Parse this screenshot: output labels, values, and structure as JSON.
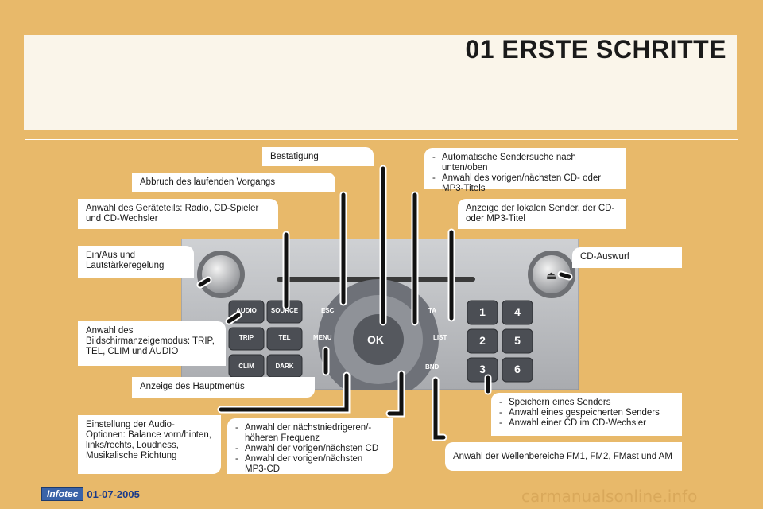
{
  "header": {
    "title": "01 ERSTE SCHRITTE"
  },
  "labels": {
    "bestatigung": "Bestatigung",
    "abbruch": "Abbruch des laufenden Vorgangs",
    "geraeteteil": "Anwahl des Geräteteils: Radio, CD-Spieler und CD-Wechsler",
    "einaus": "Ein/Aus und Lautstärkeregelung",
    "bildschirm": "Anwahl des Bildschirmanzeigemodus: TRIP, TEL, CLIM und AUDIO",
    "hauptmenue": "Anzeige des Hauptmenüs",
    "audio_optionen": "Einstellung der Audio-Optionen: Balance vorn/hinten, links/rechts, Loudness, Musikalische Richtung",
    "sendersuche": [
      "Automatische Sendersuche nach unten/oben",
      "Anwahl des vorigen/nächsten CD- oder MP3-Titels"
    ],
    "lokale_sender": "Anzeige der lokalen Sender, der CD- oder MP3-Titel",
    "cd_auswurf": "CD-Auswurf",
    "speichern": [
      "Speichern eines Senders",
      "Anwahl eines gespeicherten Senders",
      "Anwahl einer CD im CD-Wechsler"
    ],
    "frequenz": [
      "Anwahl der nächstniedrigeren/-höheren Frequenz",
      "Anwahl der vorigen/nächsten CD",
      "Anwahl der vorigen/nächsten MP3-CD"
    ],
    "wellenbereiche": "Anwahl der Wellenbereiche FM1, FM2, FMast und AM"
  },
  "radio_buttons": {
    "audio": "AUDIO",
    "source": "SOURCE",
    "trip": "TRIP",
    "tel": "TEL",
    "clim": "CLIM",
    "dark": "DARK",
    "esc": "ESC",
    "menu": "MENU",
    "ok": "OK",
    "ta": "TA",
    "list": "LIST",
    "bnd": "BND",
    "p1": "1",
    "p2": "2",
    "p3": "3",
    "p4": "4",
    "p5": "5",
    "p6": "6"
  },
  "footer": {
    "logo": "Infotec",
    "date": "01-07-2005",
    "watermark": "carmanualsonline.info"
  }
}
